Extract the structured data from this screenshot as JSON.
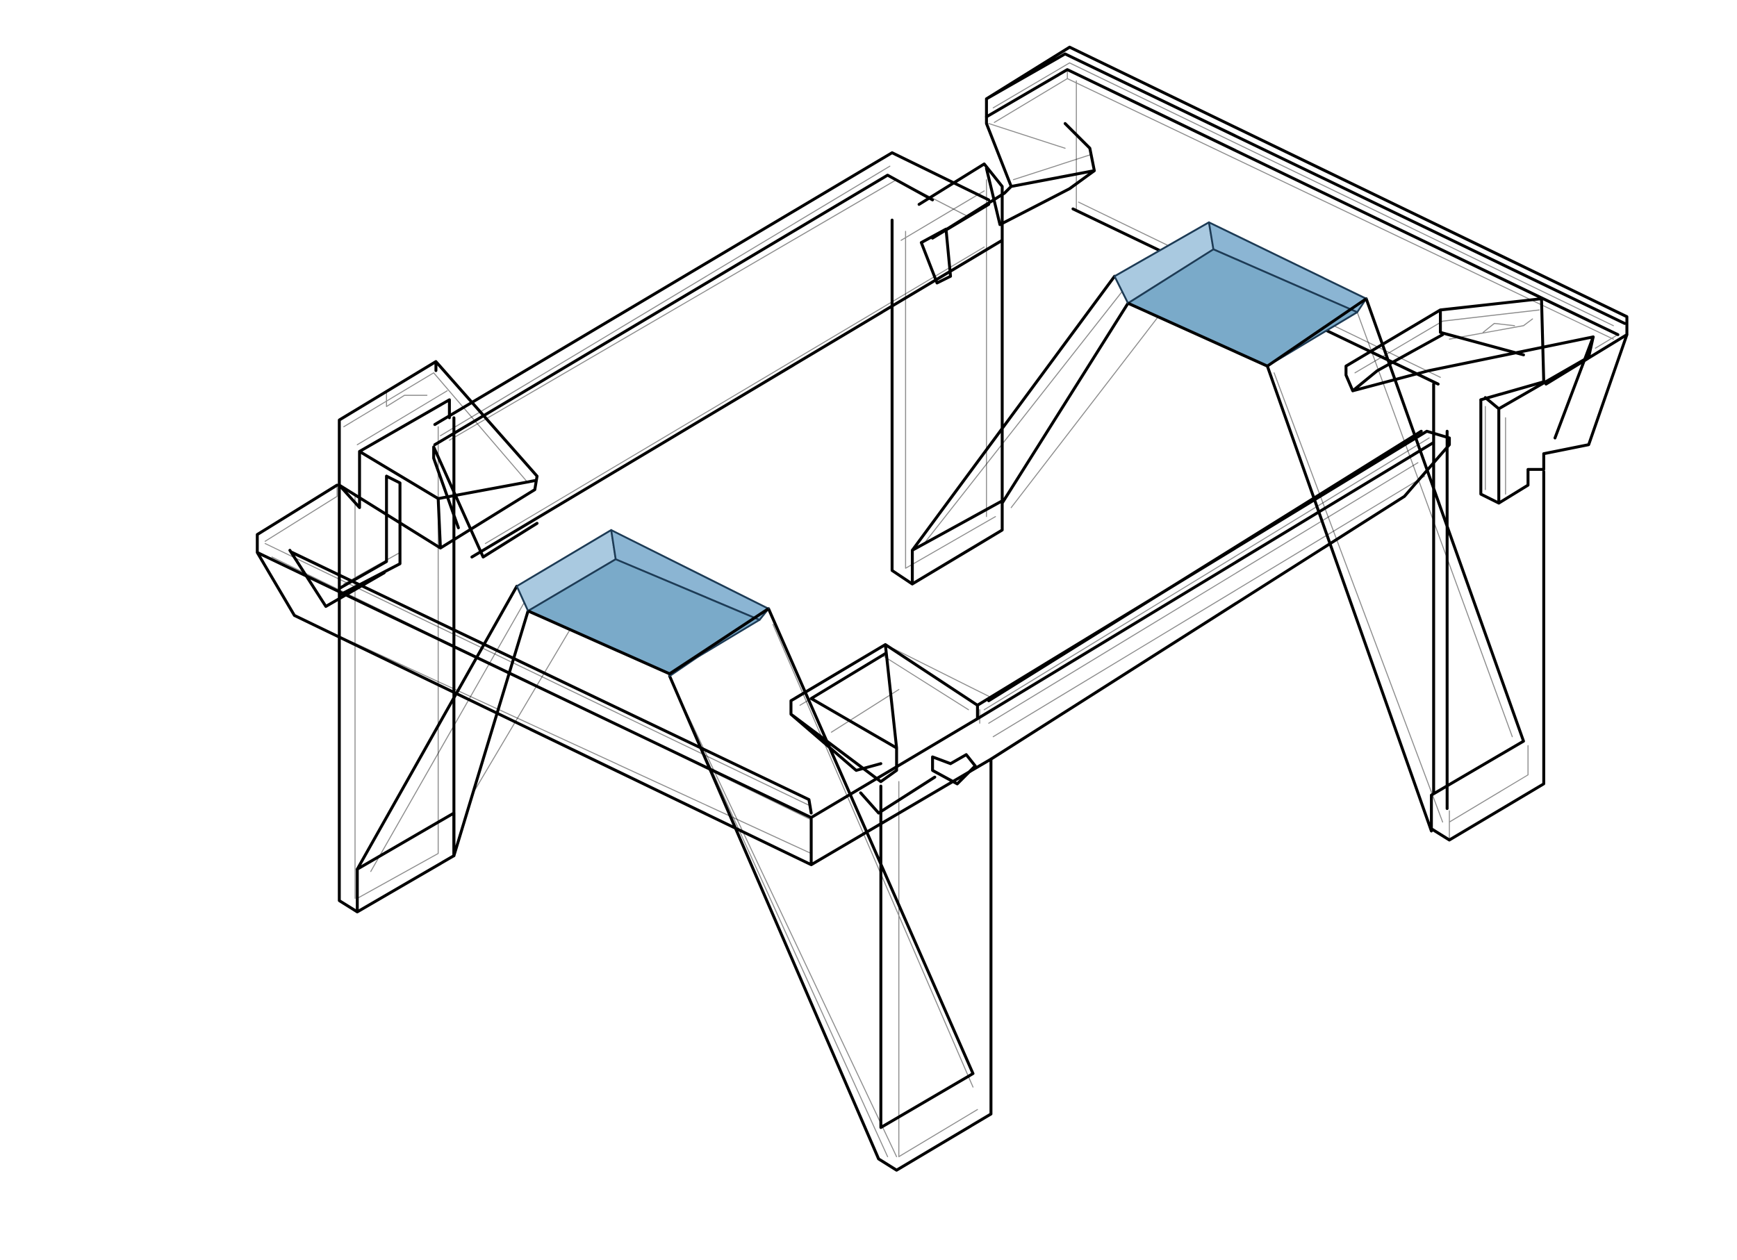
{
  "figure": {
    "kind": "isometric-wireframe-drawing",
    "subject": "table-frame-with-splayed-legs",
    "line_color": "#000000",
    "background_color": "#ffffff",
    "highlight_colors": {
      "top_face": "#7aaac9",
      "front_bevel": "#a9c9e0",
      "side_bevel": "#8bb5d3",
      "edge": "#1d3b55"
    },
    "highlighted_parts": [
      "left-leg-cap",
      "right-leg-cap"
    ]
  }
}
